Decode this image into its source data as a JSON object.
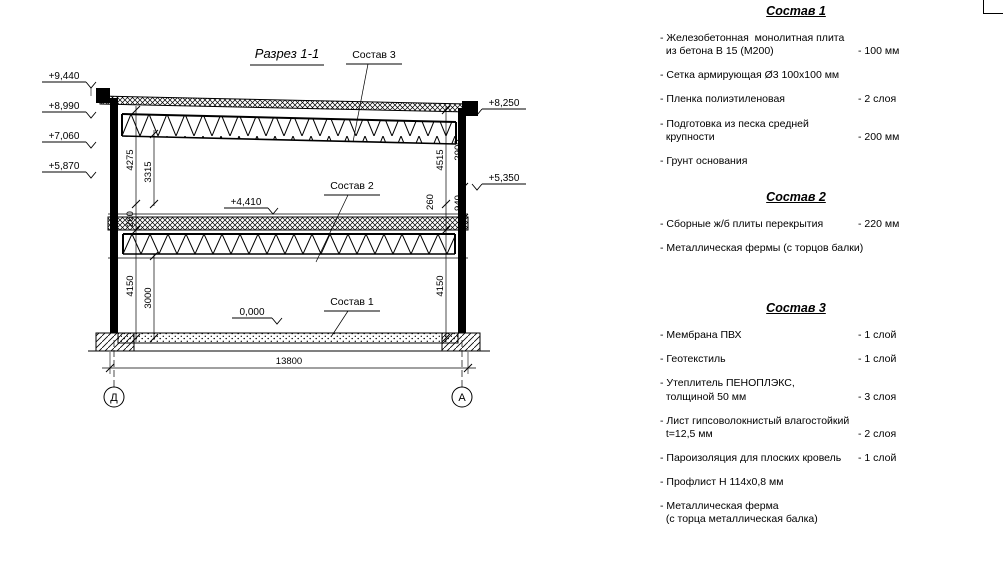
{
  "drawing": {
    "title": "Разрез 1-1",
    "callouts": {
      "c1": "Состав 1",
      "c2": "Состав 2",
      "c3": "Состав 3"
    },
    "elevations": {
      "l1": "+9,440",
      "l2": "+8,990",
      "l3": "+7,060",
      "l4": "+5,870",
      "r1": "+8,250",
      "r2": "+5,350",
      "m1": "+4,410",
      "m2": "0,000"
    },
    "dims": {
      "left_top": "4275",
      "left_mid": "260",
      "left_bottom": "4150",
      "left_inner_top": "3315",
      "left_inner_bottom": "3000",
      "right_top": "4515",
      "right_mid": "260",
      "right_bottom": "4150",
      "right_inner_top": "2900",
      "right_inner_mid": "940",
      "width": "13800"
    },
    "axes": {
      "left": "Д",
      "right": "А"
    }
  },
  "legend": {
    "sections": [
      {
        "title": "Состав 1",
        "items": [
          {
            "text": "- Железобетонная  монолитная плита\n  из бетона В 15 (М200)",
            "value": "- 100 мм"
          },
          {
            "text": "- Сетка армирующая Ø3 100х100 мм",
            "value": ""
          },
          {
            "text": "- Пленка полиэтиленовая",
            "value": "- 2 слоя"
          },
          {
            "text": "- Подготовка из песка средней\n  крупности",
            "value": "- 200 мм"
          },
          {
            "text": "- Грунт основания",
            "value": ""
          }
        ]
      },
      {
        "title": "Состав 2",
        "items": [
          {
            "text": "- Сборные ж/б плиты перекрытия",
            "value": "- 220 мм"
          },
          {
            "text": "- Металлическая фермы (с торцов балки)",
            "value": ""
          }
        ]
      },
      {
        "title": "Состав 3",
        "items": [
          {
            "text": "- Мембрана ПВХ",
            "value": "- 1 слой"
          },
          {
            "text": "- Геотекстиль",
            "value": "- 1 слой"
          },
          {
            "text": "- Утеплитель ПЕНОПЛЭКС,\n  толщиной 50 мм",
            "value": "- 3 слоя"
          },
          {
            "text": "- Лист гипсоволокнистый влагостойкий\n  t=12,5 мм",
            "value": "- 2 слоя"
          },
          {
            "text": "- Пароизоляция для плоских кровель",
            "value": "- 1 слой"
          },
          {
            "text": "- Профлист Н 114х0,8 мм",
            "value": ""
          },
          {
            "text": "- Металлическая ферма\n  (с торца металлическая балка)",
            "value": ""
          }
        ]
      }
    ]
  }
}
